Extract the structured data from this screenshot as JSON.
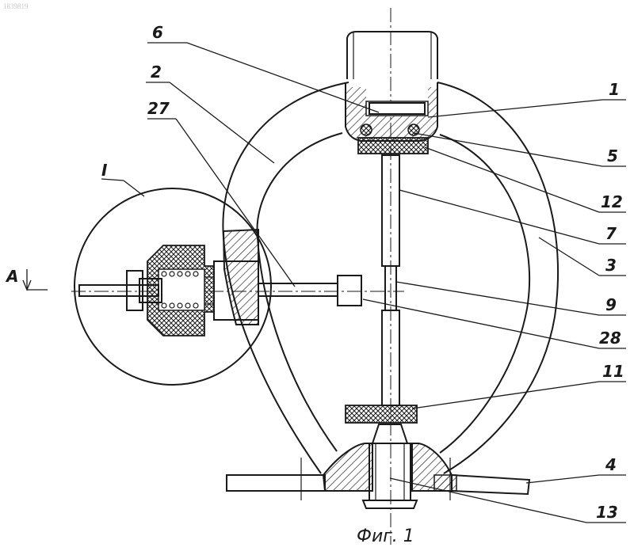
{
  "ref_number": "1839819",
  "caption": "Фиг. 1",
  "view_marker": "A",
  "detail_marker": "I",
  "part_labels": {
    "p1": "1",
    "p2": "2",
    "p3": "3",
    "p4": "4",
    "p5": "5",
    "p6": "6",
    "p7": "7",
    "p9": "9",
    "p11": "11",
    "p12": "12",
    "p13": "13",
    "p27": "27",
    "p28": "28"
  }
}
